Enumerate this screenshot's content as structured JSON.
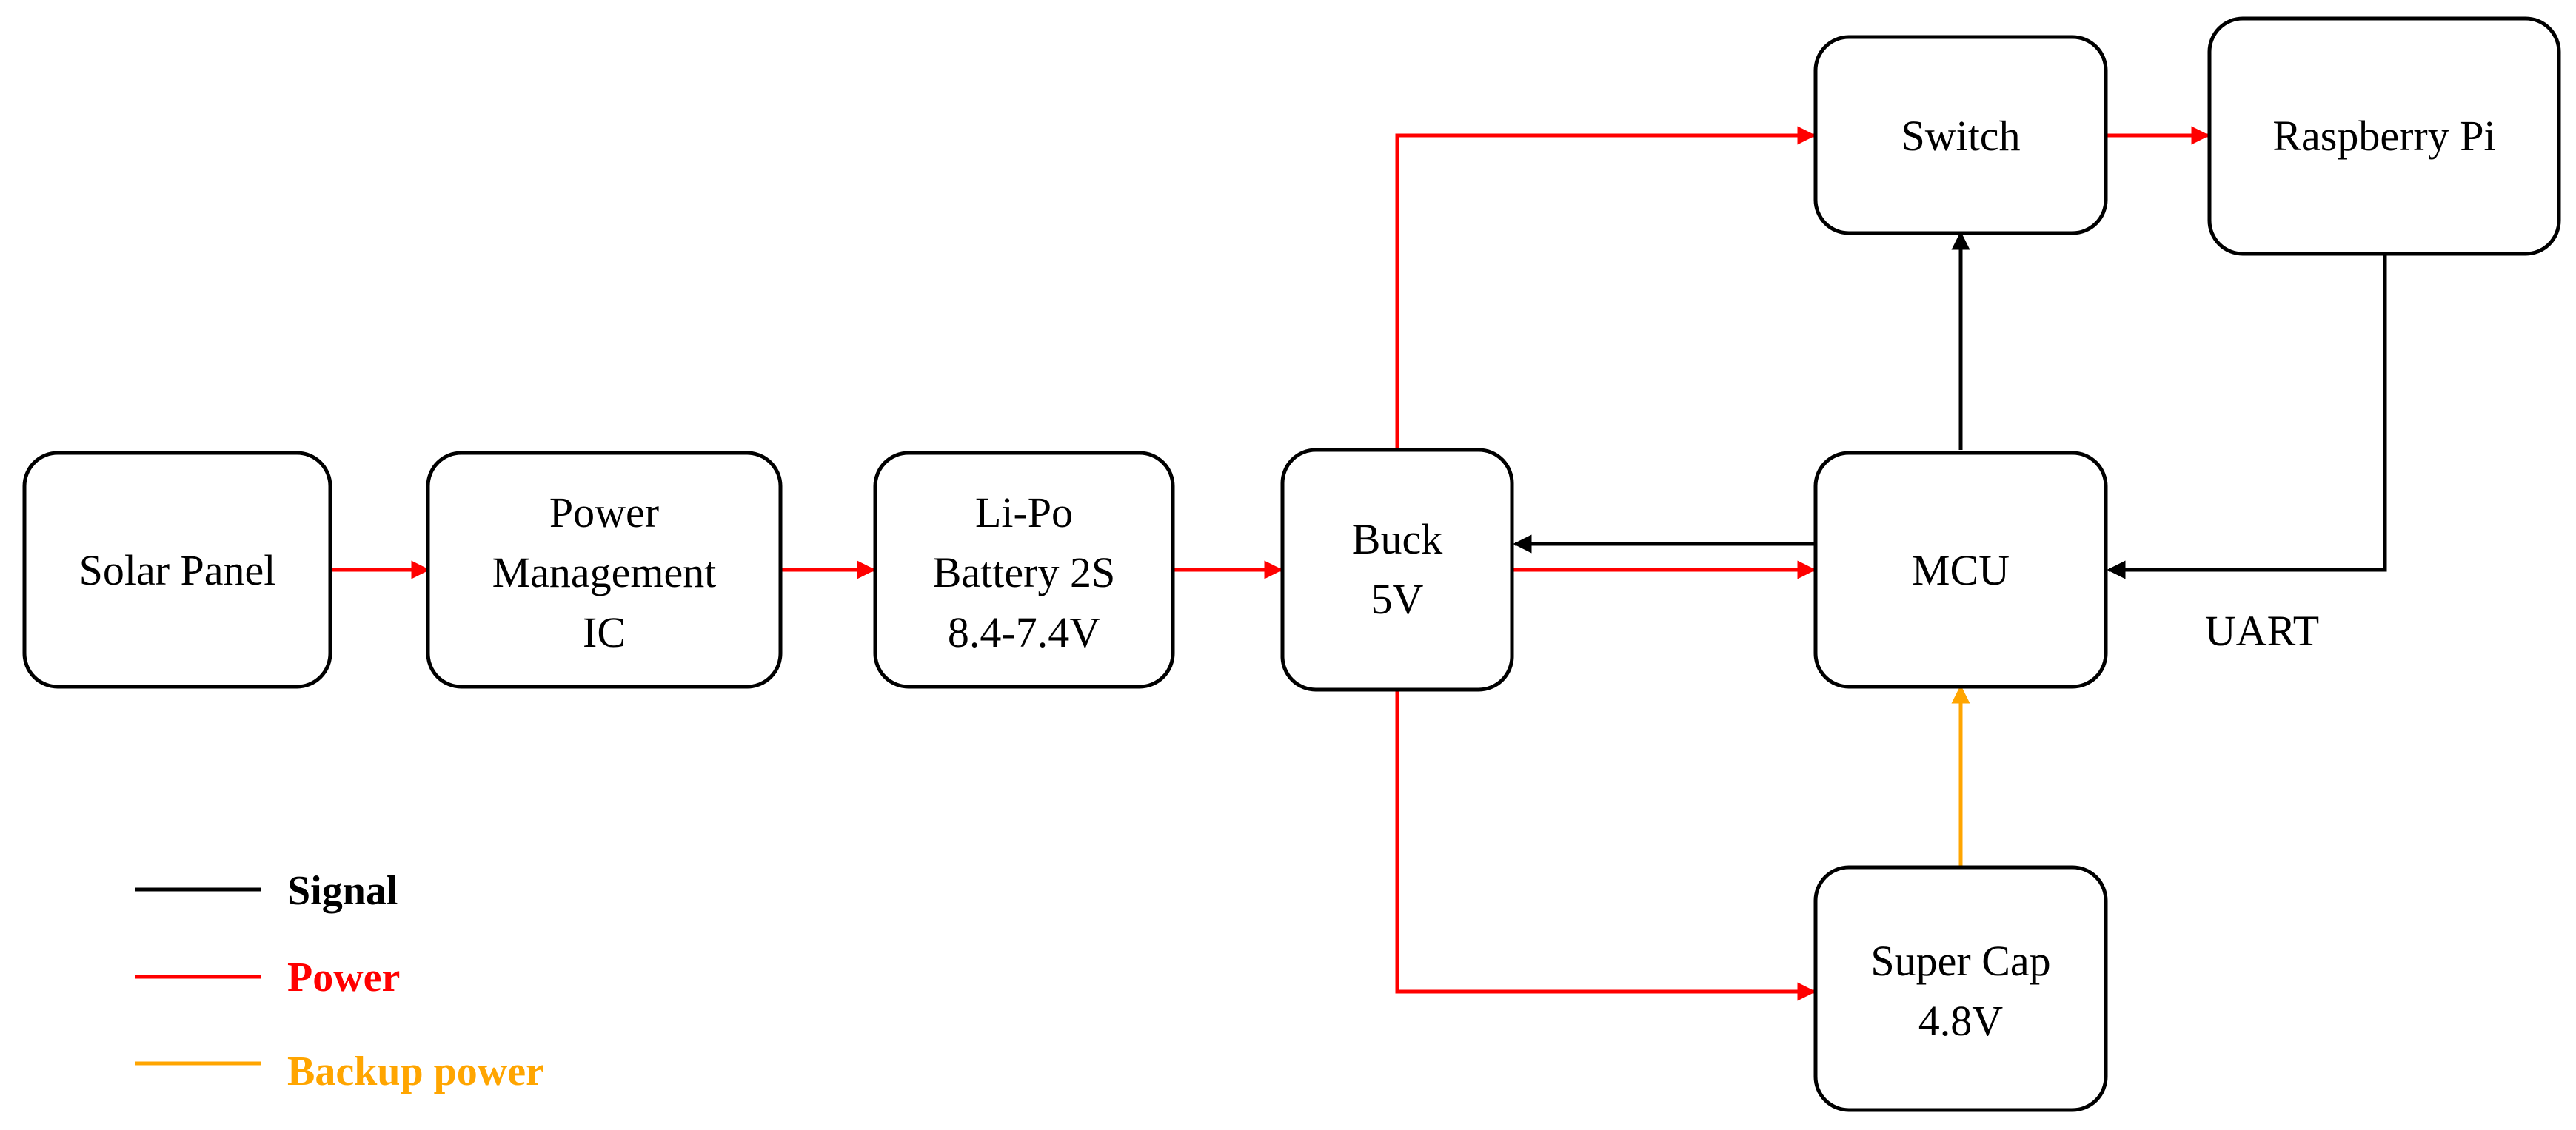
{
  "colors": {
    "signal": "#000000",
    "power": "#ff0000",
    "backup": "#ffa500"
  },
  "nodes": {
    "solar": [
      "Solar Panel"
    ],
    "pmic": [
      "Power",
      "Management",
      "IC"
    ],
    "battery": [
      "Li-Po",
      "Battery 2S",
      "8.4-7.4V"
    ],
    "buck": [
      "Buck",
      "5V"
    ],
    "mcu": [
      "MCU"
    ],
    "switch": [
      "Switch"
    ],
    "rpi": [
      "Raspberry Pi"
    ],
    "supercap": [
      "Super Cap",
      "4.8V"
    ]
  },
  "edge_labels": {
    "uart": "UART"
  },
  "legend": {
    "signal": "Signal",
    "power": "Power",
    "backup": "Backup power"
  }
}
